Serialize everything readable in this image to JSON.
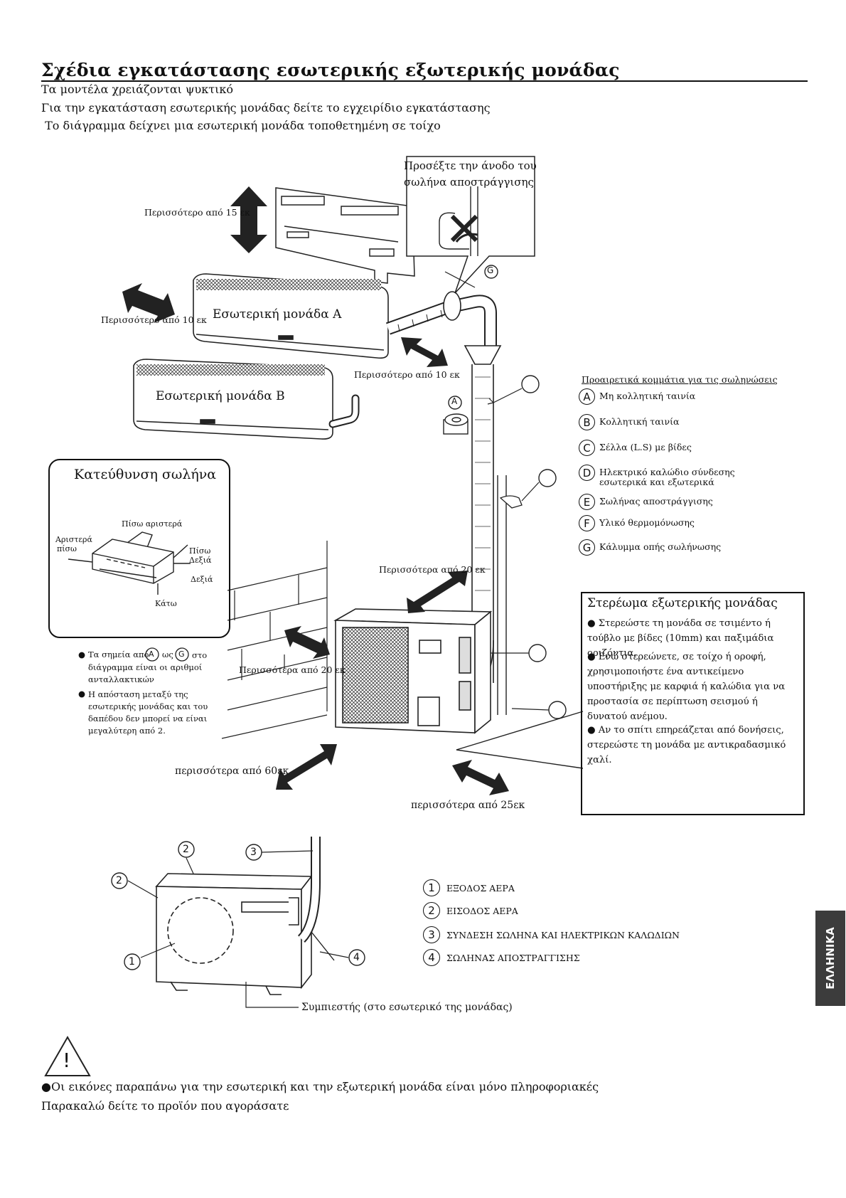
{
  "header": {
    "title": "Σχέδια εγκατάστασης εσωτερικής εξωτερικής μονάδας",
    "lines": [
      "Τα μοντέλα χρειάζονται ψυκτικό",
      "Για την εγκατάσταση εσωτερικής μονάδας  δείτε το εγχειρίδιο εγκατάστασης",
      " Το διάγραμμα δείχνει μια εσωτερική μονάδα τοποθετημένη σε τοίχο"
    ]
  },
  "diagram": {
    "callout": "Προσέξτε την άνοδο του σωλήνα αποστράγγισης",
    "clearances": {
      "top": "Περισσότερο από 15 εκ",
      "left_a": "Περισσότερο από 10 εκ",
      "right_a": "Περισσότερο από 10 εκ",
      "top_outdoor": "Περισσότερα από 20 εκ",
      "left_outdoor": "Περισσότερα από 20 εκ",
      "front": "περισσότερα από 60εκ",
      "right_outdoor": "περισσότερα από 25εκ"
    },
    "indoor_a": "Εσωτερική μονάδα Α",
    "indoor_b": "Εσωτερική μονάδα Β",
    "marker_a": "A",
    "marker_g": "G",
    "pipe_direction": {
      "title": "Κατεύθυνση σωλήνα",
      "back_left": "Πίσω αριστερά",
      "left_back_1": "Αριστερά",
      "left_back_2": "πίσω",
      "back_right_1": "Πίσω",
      "back_right_2": "Δεξιά",
      "right": "Δεξιά",
      "down": "Κάτω"
    },
    "notes": [
      "Τα σημεία από",
      "ως",
      "στο διάγραμμα είναι οι αριθμοί ανταλλακτικών",
      "Η απόσταση μεταξύ της εσωτερικής μονάδας και του δαπέδου δεν μπορεί να είναι μεγαλύτερη από 2."
    ],
    "note_letters": [
      "A",
      "G"
    ],
    "parts": {
      "title": "Προαιρετικά κομμάτια για τις σωληνώσεις",
      "items": [
        {
          "letter": "A",
          "text": "Μη κολλητική ταινία"
        },
        {
          "letter": "B",
          "text": "Κολλητική ταινία"
        },
        {
          "letter": "C",
          "text": "Σέλλα (L.S) με βίδες"
        },
        {
          "letter": "D",
          "text": "Ηλεκτρικό καλώδιο σύνδεσης εσωτερικά και εξωτερικά"
        },
        {
          "letter": "E",
          "text": "Σωλήνας αποστράγγισης"
        },
        {
          "letter": "F",
          "text": "Υλικό θερμομόνωσης"
        },
        {
          "letter": "G",
          "text": "Κάλυμμα οπής σωλήνωσης"
        }
      ]
    },
    "fixing": {
      "title": "Στερέωμα εξωτερικής μονάδας",
      "items": [
        "● Στερεώστε τη μονάδα σε τσιμέντο ή τούβλο με βίδες (10mm) και παξιμάδια οριζόντια.",
        "● Ενώ στερεώνετε, σε τοίχο ή οροφή, χρησιμοποιήστε ένα αντικείμενο υποστήριξης με καρφιά ή  καλώδια για να προστασία σε περίπτωση σεισμού ή δυνατού ανέμου.",
        "● Αν το σπίτι επηρεάζεται από δονήσεις, στερεώστε τη μονάδα με αντικραδασμικό χαλί."
      ]
    }
  },
  "outdoor": {
    "callouts": [
      "2",
      "2",
      "3",
      "1",
      "4"
    ],
    "compressor": "Συμπιεστής (στο εσωτερικό της μονάδας)",
    "legend": [
      {
        "num": "1",
        "text": "ΕΞΟΔΟΣ ΑΕΡΑ"
      },
      {
        "num": "2",
        "text": "ΕΙΣΟΔΟΣ ΑΕΡΑ"
      },
      {
        "num": "3",
        "text": "ΣΥΝΔΕΣΗ ΣΩΛΗΝΑ ΚΑΙ ΗΛΕΚΤΡΙΚΩΝ ΚΑΛΩΔΙΩΝ"
      },
      {
        "num": "4",
        "text": "ΣΩΛΗΝΑΣ ΑΠΟΣΤΡΑΓΓΙΣΗΣ"
      }
    ]
  },
  "side_tab": "ΕΛΛΗΝΙΚΑ",
  "warning": {
    "symbol": "!",
    "lines": [
      "●Οι εικόνες παραπάνω για την εσωτερική και την εξωτερική μονάδα είναι μόνο πληροφοριακές",
      "Παρακαλώ δείτε το προϊόν που αγοράσατε"
    ]
  }
}
